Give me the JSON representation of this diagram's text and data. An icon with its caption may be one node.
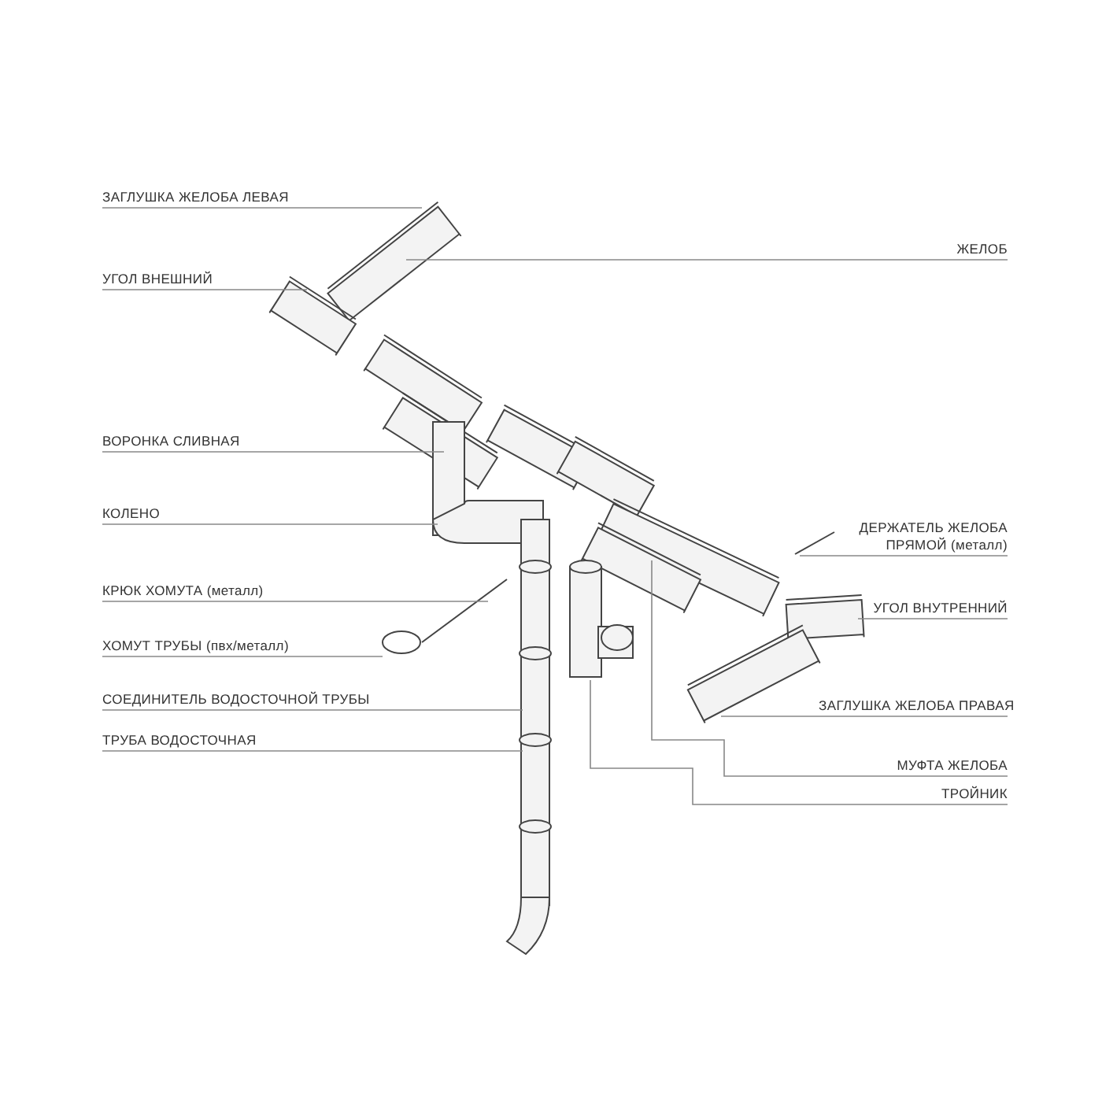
{
  "diagram": {
    "nodes": [
      {
        "text": [
          "ЗАГЛУШКА ЖЕЛОБА ЛЕВАЯ"
        ]
      },
      {
        "text": [
          "УГОЛ ВНЕШНИЙ"
        ]
      },
      {
        "text": [
          "ВОРОНКА СЛИВНАЯ"
        ]
      },
      {
        "text": [
          "КОЛЕНО"
        ]
      },
      {
        "text": [
          "КРЮК ХОМУТА (металл)"
        ]
      },
      {
        "text": [
          "ХОМУТ ТРУБЫ (пвх/металл)"
        ]
      },
      {
        "text": [
          "СОЕДИНИТЕЛЬ ВОДОСТОЧНОЙ ТРУБЫ"
        ]
      },
      {
        "text": [
          "ТРУБА ВОДОСТОЧНАЯ"
        ]
      },
      {
        "text": [
          "ЖЕЛОБ"
        ]
      },
      {
        "text": [
          "ДЕРЖАТЕЛЬ ЖЕЛОБА ПРЯМОЙ (металл)"
        ]
      },
      {
        "text": [
          "УГОЛ ВНУТРЕННИЙ"
        ]
      },
      {
        "text": [
          "ЗАГЛУШКА ЖЕЛОБА ПРАВАЯ"
        ]
      },
      {
        "text": [
          "МУФТА ЖЕЛОБА"
        ]
      },
      {
        "text": [
          "ТРОЙНИК"
        ]
      }
    ],
    "edges": [
      {
        "from": 0,
        "to": null,
        "arrow": "none"
      },
      {
        "from": 1,
        "to": null,
        "arrow": "none"
      },
      {
        "from": 2,
        "to": null,
        "arrow": "none"
      },
      {
        "from": 3,
        "to": null,
        "arrow": "none"
      },
      {
        "from": 4,
        "to": null,
        "arrow": "none"
      },
      {
        "from": 5,
        "to": null,
        "arrow": "none"
      },
      {
        "from": 6,
        "to": null,
        "arrow": "none"
      },
      {
        "from": 7,
        "to": null,
        "arrow": "none"
      },
      {
        "from": 8,
        "to": null,
        "arrow": "none"
      },
      {
        "from": 9,
        "to": null,
        "arrow": "none"
      },
      {
        "from": 10,
        "to": null,
        "arrow": "none"
      },
      {
        "from": 11,
        "to": null,
        "arrow": "none"
      },
      {
        "from": 12,
        "to": null,
        "arrow": "none"
      },
      {
        "from": 13,
        "to": null,
        "arrow": "none"
      }
    ]
  }
}
